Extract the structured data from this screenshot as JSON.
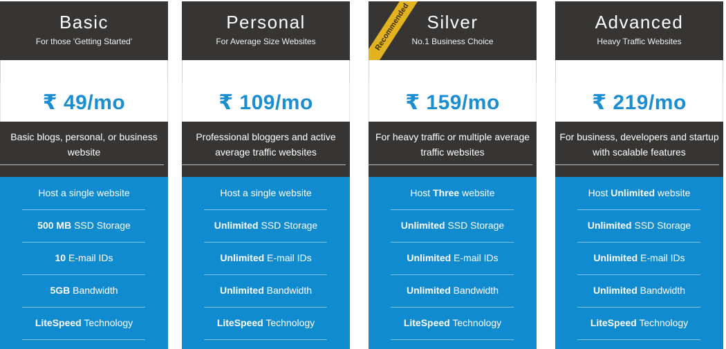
{
  "currency_symbol": "₹",
  "colors": {
    "header_bg": "#363534",
    "price_text": "#1a8ed1",
    "features_bg": "#118bd0",
    "ribbon": "#e3b31f"
  },
  "plans": [
    {
      "name": "Basic",
      "tagline": "For those 'Getting Started'",
      "price": "49/mo",
      "description": "Basic blogs, personal, or business website",
      "ribbon": "",
      "features": [
        {
          "bold": "",
          "text": "Host a single website"
        },
        {
          "bold": "500 MB",
          "text": " SSD Storage"
        },
        {
          "bold": "10",
          "text": " E-mail IDs"
        },
        {
          "bold": "5GB",
          "text": " Bandwidth"
        },
        {
          "bold": "LiteSpeed",
          "text": " Technology"
        }
      ]
    },
    {
      "name": "Personal",
      "tagline": "For Average Size Websites",
      "price": "109/mo",
      "description": "Professional bloggers and active average traffic websites",
      "ribbon": "",
      "features": [
        {
          "bold": "",
          "text": "Host a single website"
        },
        {
          "bold": "Unlimited",
          "text": " SSD Storage"
        },
        {
          "bold": "Unlimited",
          "text": " E-mail IDs"
        },
        {
          "bold": "Unlimited",
          "text": " Bandwidth"
        },
        {
          "bold": "LiteSpeed",
          "text": " Technology"
        }
      ]
    },
    {
      "name": "Silver",
      "tagline": "No.1 Business Choice",
      "price": "159/mo",
      "description": "For heavy traffic or multiple average traffic websites",
      "ribbon": "Recommended",
      "features": [
        {
          "pre": "Host ",
          "bold": "Three",
          "text": " website"
        },
        {
          "bold": "Unlimited",
          "text": " SSD Storage"
        },
        {
          "bold": "Unlimited",
          "text": " E-mail IDs"
        },
        {
          "bold": "Unlimited",
          "text": " Bandwidth"
        },
        {
          "bold": "LiteSpeed",
          "text": " Technology"
        }
      ]
    },
    {
      "name": "Advanced",
      "tagline": "Heavy Traffic Websites",
      "price": "219/mo",
      "description": "For business, developers and startup with scalable features",
      "ribbon": "",
      "features": [
        {
          "pre": "Host ",
          "bold": "Unlimited",
          "text": " website"
        },
        {
          "bold": "Unlimited",
          "text": " SSD Storage"
        },
        {
          "bold": "Unlimited",
          "text": " E-mail IDs"
        },
        {
          "bold": "Unlimited",
          "text": " Bandwidth"
        },
        {
          "bold": "LiteSpeed",
          "text": " Technology"
        }
      ]
    }
  ]
}
